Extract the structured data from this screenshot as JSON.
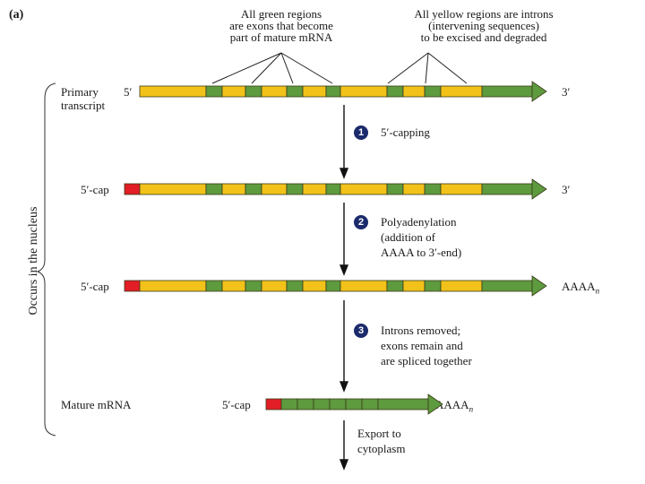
{
  "panel_label": "(a)",
  "annotations": {
    "exons_note": [
      "All green regions",
      "are exons that become",
      "part of mature mRNA"
    ],
    "introns_note": [
      "All yellow regions are introns",
      "(intervening sequences)",
      "to be excised and degraded"
    ]
  },
  "side_label": "Occurs in the nucleus",
  "rows": {
    "primary": {
      "label": [
        "Primary",
        "transcript"
      ],
      "left_end": "5′",
      "right_end": "3′"
    },
    "capped": {
      "label": "5′-cap",
      "right_end": "3′"
    },
    "polya": {
      "label": "5′-cap",
      "right_end": "AAAA",
      "right_sub": "n"
    },
    "mature": {
      "label": "Mature mRNA",
      "cap_label": "5′-cap",
      "right_end": "AAAA",
      "right_sub": "n"
    }
  },
  "steps": [
    {
      "num": "1",
      "text": [
        "5′-capping"
      ]
    },
    {
      "num": "2",
      "text": [
        "Polyadenylation",
        "(addition of",
        "AAAA to 3′-end)"
      ]
    },
    {
      "num": "3",
      "text": [
        "Introns removed;",
        "exons remain and",
        "are spliced together"
      ]
    }
  ],
  "export_note": [
    "Export to",
    "cytoplasm"
  ],
  "colors": {
    "exon": "#5e9a3e",
    "intron": "#f2c21a",
    "cap": "#e21e26",
    "arrow": "#111111",
    "outline": "#3a3a1a"
  }
}
